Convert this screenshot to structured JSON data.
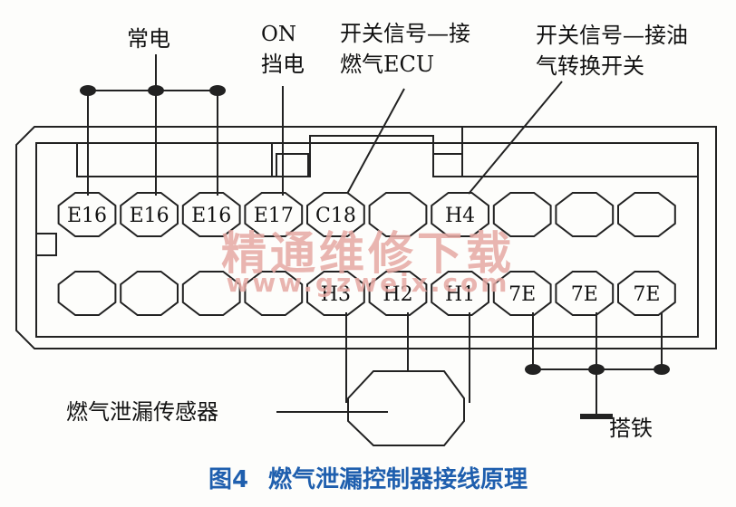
{
  "labels": {
    "always_power": "常电",
    "on_power_line1": "ON",
    "on_power_line2": "挡电",
    "signal_ecu_line1": "开关信号—接",
    "signal_ecu_line2": "燃气ECU",
    "signal_switch_line1": "开关信号—接油",
    "signal_switch_line2": "气转换开关",
    "sensor": "燃气泄漏传感器",
    "ground": "搭铁"
  },
  "connector": {
    "top_row": [
      "E16",
      "E16",
      "E16",
      "E17",
      "C18",
      "",
      "H4",
      "",
      "",
      ""
    ],
    "bottom_row": [
      "",
      "",
      "",
      "",
      "H3",
      "H2",
      "H1",
      "7E",
      "7E",
      "7E"
    ]
  },
  "watermark": {
    "cn": "精通维修下载",
    "url": "www.gzweix.com"
  },
  "caption": {
    "figure_no": "图4",
    "title": "燃气泄漏控制器接线原理"
  },
  "colors": {
    "line": "#222222",
    "caption": "#1f5fae",
    "watermark": "#e6a9a3"
  }
}
